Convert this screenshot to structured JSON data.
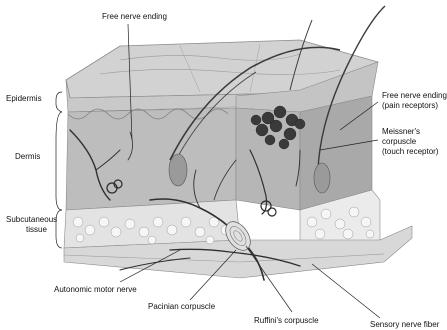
{
  "labels": {
    "free_nerve_ending_top": "Free nerve ending",
    "epidermis": "Epidermis",
    "dermis": "Dermis",
    "subcutaneous_line1": "Subcutaneous",
    "subcutaneous_line2": "tissue",
    "free_nerve_ending_right_line1": "Free nerve ending",
    "free_nerve_ending_right_line2": "(pain receptors)",
    "meissner_line1": "Meissner's",
    "meissner_line2": "corpuscle",
    "meissner_line3": "(touch receptor)",
    "autonomic_motor_nerve": "Autonomic motor nerve",
    "pacinian_corpuscle": "Pacinian corpuscle",
    "ruffini_corpuscle": "Ruffini's corpuscle",
    "sensory_nerve_fiber": "Sensory nerve fiber"
  },
  "colors": {
    "epidermis": "#c9c9c9",
    "dermis": "#b3b3b3",
    "subcutaneous": "#e6e6e6",
    "fat_cells": "#f4f4f4",
    "nerve": "#2f2f2f",
    "receptor_cluster": "#3a3a3a"
  }
}
